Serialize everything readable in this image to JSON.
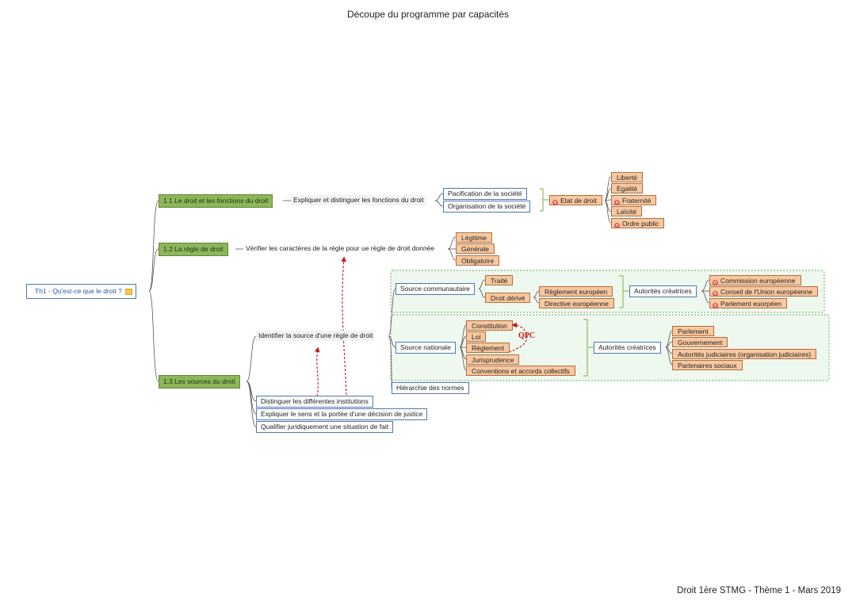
{
  "title": "Découpe du programme par capacités",
  "footer": "Droit 1ère STMG - Thème 1 - Mars 2019",
  "root": {
    "label": "Th1 - Qu'est-ce que le droit ?",
    "note_icon": "note-icon"
  },
  "themes": {
    "t11": "1.1 Le droit et les fonctions du droit",
    "t12": "1.2 La règle de droit",
    "t13": "1.3 Les sources du droit"
  },
  "capacities": {
    "c11": "Expliquer et distinguer les fonctions du droit",
    "c12": "Vérifier les caractères de la règle pour ue règle de droit donnée",
    "c13": "Identifier la source d'une règle de droit",
    "distinguer": "Distinguer les différentes institutions",
    "expliquer": "Expliquer le sens et la portée d'une décision de justice",
    "qualifier": "Qualifier juridiquement une situation de fait"
  },
  "fonctions": {
    "pacification": "Pacification de la société",
    "organisation": "Organisation de la société",
    "etat_droit": "Etat de droit",
    "values": [
      "Liberté",
      "Egalité",
      "Fraternité",
      "Laïcité",
      "Ordre public"
    ]
  },
  "caracteres": [
    "Légitime",
    "Générale",
    "Obligatoire"
  ],
  "communautaire": {
    "label": "Source communautaire",
    "traite": "Traité",
    "derive": "Droit dérivé",
    "reglement": "Règlement européen",
    "directive": "Directive européenne",
    "autorites": "Autorités créatrices",
    "institutions": [
      "Commission européenne",
      "Conseil de l'Union européenne",
      "Parlement euorpéen"
    ]
  },
  "nationale": {
    "label": "Source nationale",
    "sources": [
      "Constitution",
      "Loi",
      "Règlement",
      "Jurisprudence",
      "Conventions et accords collectifs"
    ],
    "autorites": "Autorités créatrices",
    "institutions": [
      "Parlement",
      "Gouvernement",
      "Autorités judiciaires  (organisation judiciaires)",
      "Partenaires sociaux"
    ]
  },
  "hierarchie": "Hiérarchie des normes",
  "qpc": "QPC",
  "colors": {
    "green_node": "#8db55a",
    "blue_border": "#4a78b0",
    "orange_node": "#f8c8a0",
    "dashed_group": "#5aab5a",
    "arrow_red": "#c01818"
  },
  "icons": {
    "remove": "x-circle-icon"
  }
}
